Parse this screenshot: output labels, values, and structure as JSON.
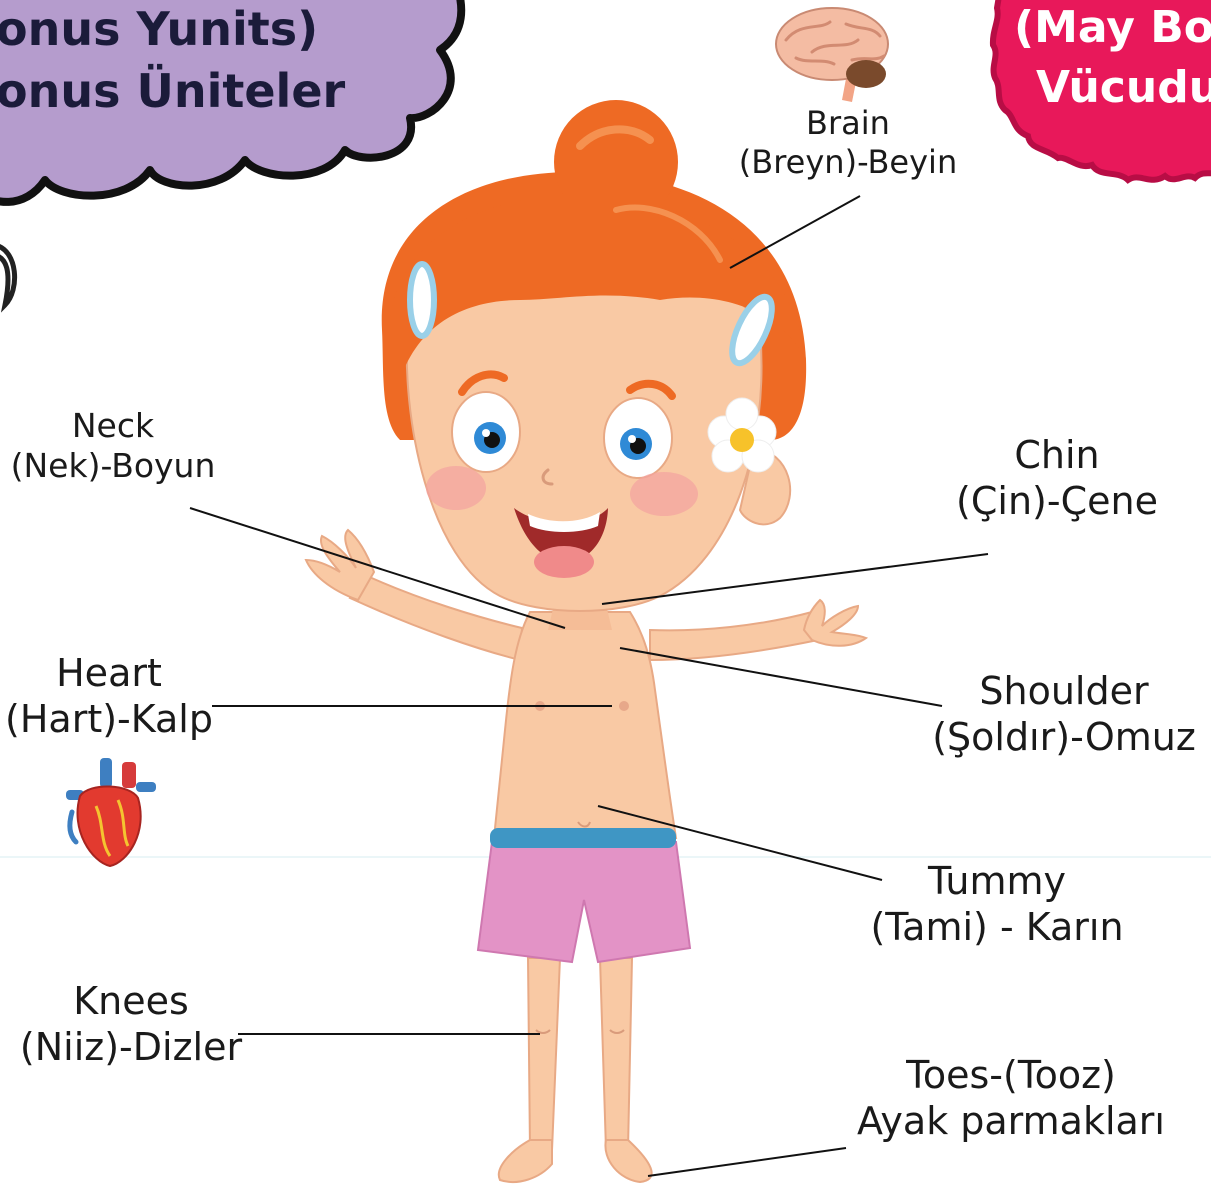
{
  "header_bubble": {
    "line1": "onus Yunits)",
    "line2": "onus Üniteler",
    "color": "#b59ccd"
  },
  "badge": {
    "line1": "(May Bo",
    "line2": "Vücudu",
    "color": "#e8185a"
  },
  "labels": {
    "brain": {
      "en": "Brain",
      "tr": "(Breyn)-Beyin"
    },
    "neck": {
      "en": "Neck",
      "tr": "(Nek)-Boyun"
    },
    "chin": {
      "en": "Chin",
      "tr": "(Çin)-Çene"
    },
    "heart": {
      "en": "Heart",
      "tr": "(Hart)-Kalp"
    },
    "shoulder": {
      "en": "Shoulder",
      "tr": "(Şoldır)-Omuz"
    },
    "tummy": {
      "en": "Tummy",
      "tr": "(Tami) - Karın"
    },
    "knees": {
      "en": "Knees",
      "tr": "(Niiz)-Dizler"
    },
    "toes": {
      "en": "Toes-(Tooz)",
      "tr": "Ayak parmakları"
    }
  },
  "colors": {
    "hair": "#ee6a24",
    "skin": "#f9c9a4",
    "shorts": "#e393c6",
    "waistband": "#3f96c4"
  },
  "icons": [
    "brain-icon",
    "heart-icon",
    "flower-icon"
  ]
}
